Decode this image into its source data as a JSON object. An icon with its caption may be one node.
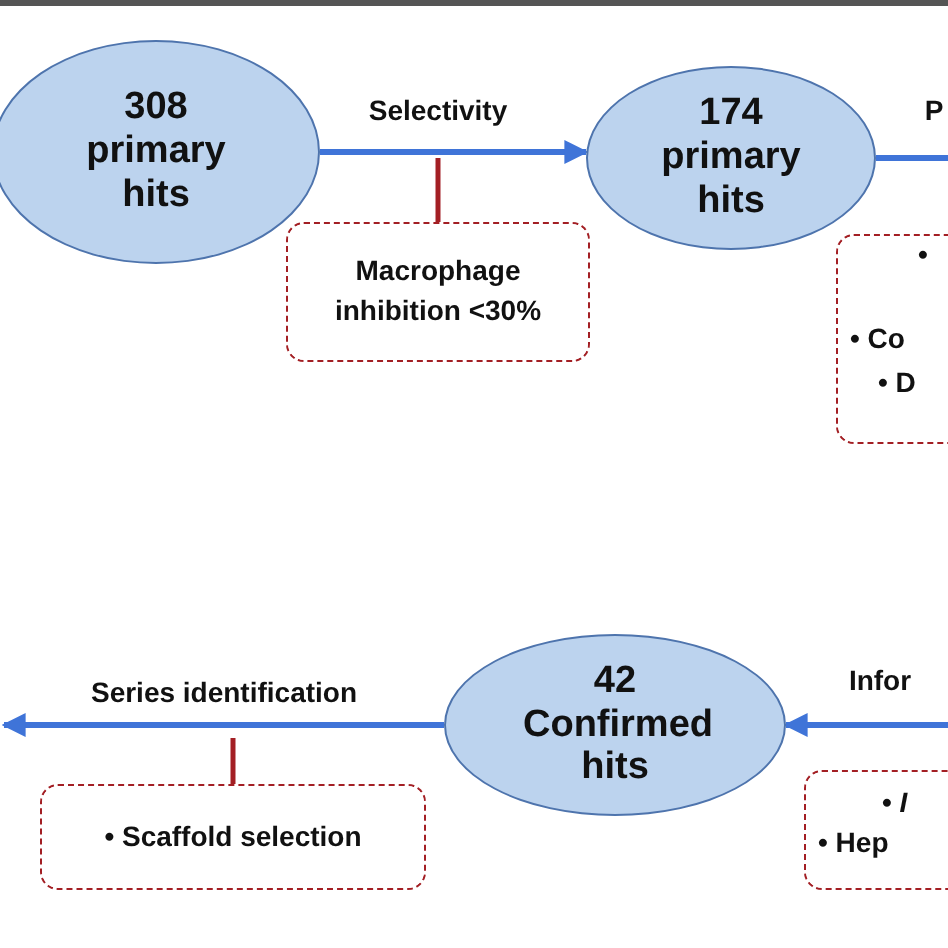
{
  "diagram": {
    "nodes": [
      {
        "text": [
          "308 primary hits"
        ]
      },
      {
        "text": [
          "Macrophage inhibition <30%"
        ]
      },
      {
        "text": [
          "174 primary hits"
        ]
      },
      {
        "text": [
          "•",
          "• Co",
          "• D"
        ]
      },
      {
        "text": [
          "42 Confirmed hits"
        ]
      },
      {
        "text": [
          "• Scaffold selection"
        ]
      },
      {
        "text": [
          "• *I*",
          "• Hep"
        ]
      }
    ],
    "edges": [
      {
        "from": 0,
        "to": 2,
        "arrow": "to",
        "label": "Selectivity"
      },
      {
        "from": 2,
        "to": null,
        "arrow": "none",
        "label": "P"
      },
      {
        "from": null,
        "to": 4,
        "arrow": "to",
        "label": "Infor"
      },
      {
        "from": 4,
        "to": null,
        "arrow": "to",
        "label": "Series identification"
      },
      {
        "from": 1,
        "to": null,
        "arrow": "none",
        "color": "#a31f24"
      },
      {
        "from": 5,
        "to": null,
        "arrow": "none",
        "color": "#a31f24"
      }
    ]
  }
}
